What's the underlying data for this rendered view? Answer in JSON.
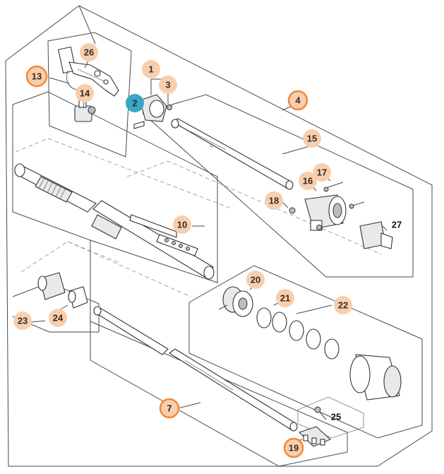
{
  "colors": {
    "callout_peach": "#f8cfae",
    "callout_highlight_ring": "#f08a3c",
    "callout_selected": "#3aa6c4",
    "line": "#4a4a4a"
  },
  "callouts": [
    {
      "id": "1",
      "style": "peach"
    },
    {
      "id": "2",
      "style": "selected"
    },
    {
      "id": "3",
      "style": "peach"
    },
    {
      "id": "4",
      "style": "ring"
    },
    {
      "id": "7",
      "style": "ring"
    },
    {
      "id": "10",
      "style": "peach"
    },
    {
      "id": "13",
      "style": "ring"
    },
    {
      "id": "14",
      "style": "peach"
    },
    {
      "id": "15",
      "style": "peach"
    },
    {
      "id": "16",
      "style": "peach"
    },
    {
      "id": "17",
      "style": "peach"
    },
    {
      "id": "18",
      "style": "peach"
    },
    {
      "id": "19",
      "style": "ring"
    },
    {
      "id": "20",
      "style": "peach"
    },
    {
      "id": "21",
      "style": "peach"
    },
    {
      "id": "22",
      "style": "peach"
    },
    {
      "id": "23",
      "style": "peach"
    },
    {
      "id": "24",
      "style": "peach"
    },
    {
      "id": "26",
      "style": "peach"
    }
  ],
  "plain_labels": [
    {
      "id": "25"
    },
    {
      "id": "27"
    }
  ]
}
